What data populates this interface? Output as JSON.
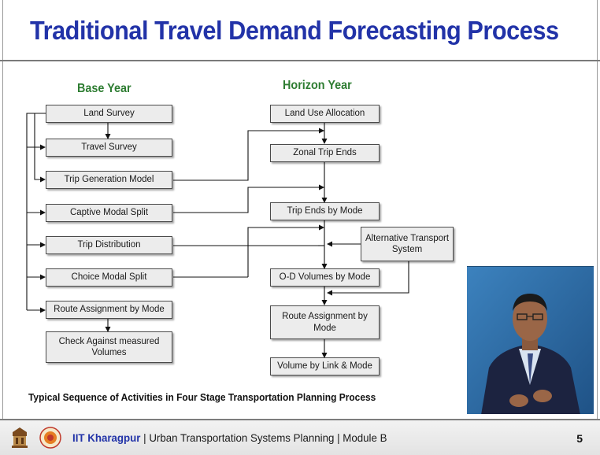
{
  "slide": {
    "title": "Traditional Travel Demand Forecasting Process",
    "caption": "Typical Sequence of Activities in Four Stage Transportation Planning Process",
    "page_number": "5"
  },
  "diagram": {
    "base_year": {
      "heading": "Base Year",
      "steps": [
        "Land Survey",
        "Travel Survey",
        "Trip Generation Model",
        "Captive Modal Split",
        "Trip Distribution",
        "Choice Modal Split",
        "Route Assignment by Mode",
        "Check Against measured Volumes"
      ]
    },
    "horizon_year": {
      "heading": "Horizon Year",
      "steps": [
        "Land Use Allocation",
        "Zonal Trip Ends",
        "Trip Ends by Mode",
        "O-D Volumes by Mode",
        "Route Assignment by Mode",
        "Volume by Link & Mode"
      ]
    },
    "side_input": "Alternative Transport System"
  },
  "footer": {
    "institute": "IIT Kharagpur",
    "separator": " | ",
    "course": "Urban Transportation Systems Planning",
    "module": "Module B"
  }
}
